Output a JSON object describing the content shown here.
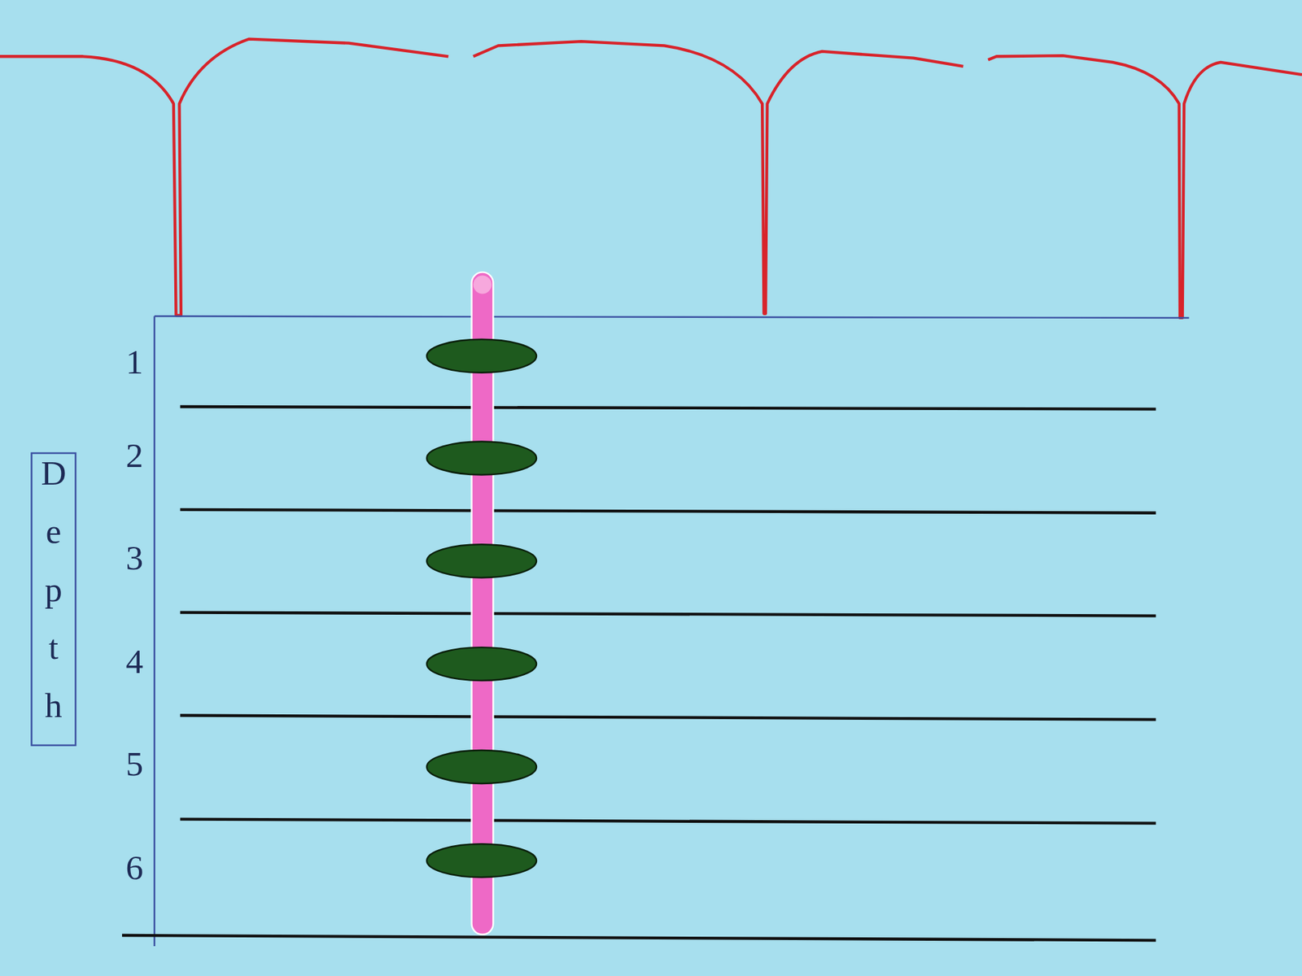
{
  "diagram": {
    "nodes": [
      {
        "text": [
          "Depth"
        ]
      }
    ],
    "labels": [
      "1",
      "2",
      "3",
      "4",
      "5",
      "6"
    ]
  }
}
